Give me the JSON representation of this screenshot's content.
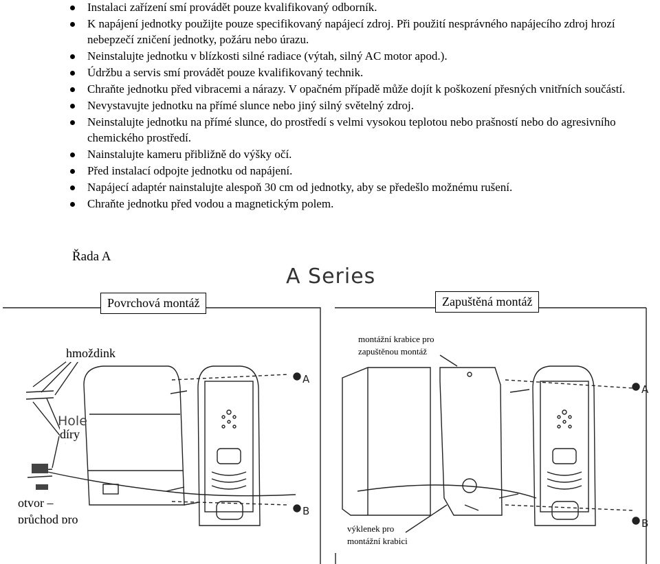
{
  "bullets": [
    "Instalaci zařízení smí provádět pouze kvalifikovaný odborník.",
    "K napájení jednotky použijte pouze specifikovaný napájecí zdroj. Při použití nesprávného napájecího zdroj hrozí nebepzečí zničení jednotky, požáru nebo úrazu.",
    "Neinstalujte jednotku v blízkosti silné radiace (výtah, silný AC motor apod.).",
    "Údržbu a servis smí provádět pouze kvalifikovaný technik.",
    "Chraňte jednotku před vibracemi a nárazy. V opačném případě může dojít k poškození přesných vnitřních součástí.",
    "Nevystavujte jednotku na přímé slunce nebo jiný silný světelný zdroj.",
    "Neinstalujte jednotku na přímé slunce, do prostředí s velmi vysokou teplotou nebo prašností nebo do agresivního chemického prostředí.",
    "Nainstalujte kameru přibližně do výšky očí.",
    "Před instalací odpojte jednotku od napájení.",
    "Napájecí adaptér nainstalujte alespoň 30 cm od jednotky, aby se předešlo možnému rušení.",
    "Chraňte jednotku před vodou a magnetickým polem."
  ],
  "section_title": "Řada A",
  "figure": {
    "series_title": "A Series",
    "surface_mount": "Povrchová montáž",
    "flush_mount": "Zapuštěná montáž",
    "dowel": "hmoždink",
    "hole_en": "Hole",
    "hole_cz": "díry",
    "opening_line1": "otvor –",
    "opening_line2": "průchod pro",
    "mount_box_line1": "montážní krabice pro",
    "mount_box_line2": "zapuštěnou montáž",
    "cutout_line1": "výklenek pro",
    "cutout_line2": "montážní krabici",
    "marker_a": "A",
    "marker_b": "B"
  }
}
